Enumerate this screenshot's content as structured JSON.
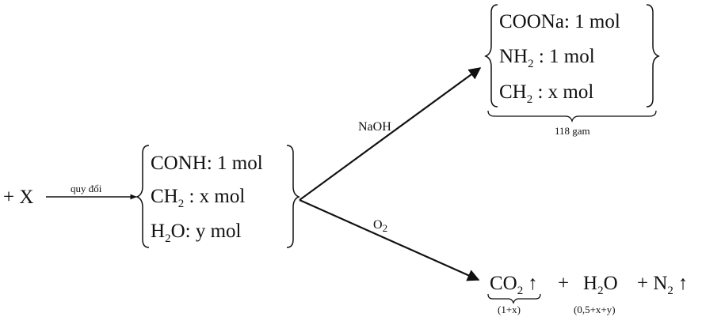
{
  "left": {
    "prefix": "+ X",
    "arrow_label": "quy đổi"
  },
  "mid": {
    "rows": [
      {
        "main": "CONH",
        "sub": "",
        "rest": ": 1 mol"
      },
      {
        "main": "CH",
        "sub": "2",
        "rest": " : x mol"
      },
      {
        "main": "H",
        "sub": "2",
        "rest": "O: y mol"
      }
    ]
  },
  "upper_branch": {
    "reagent": "NaOH",
    "rows": [
      {
        "main": "COONa",
        "sub": "",
        "rest": ": 1 mol"
      },
      {
        "main": "NH",
        "sub": "2",
        "rest": " : 1 mol"
      },
      {
        "main": "CH",
        "sub": "2",
        "rest": " : x mol"
      }
    ],
    "mass_label": "118 gam"
  },
  "lower_branch": {
    "reagent_main": "O",
    "reagent_sub": "2",
    "products": {
      "co2_main": "CO",
      "co2_sub": "2",
      "up_arrow": "↑",
      "plus1": "+",
      "h2o_a": "H",
      "h2o_sub": "2",
      "h2o_b": "O",
      "plus2": "+ N",
      "n2_sub": "2",
      "up_arrow2": "↑"
    },
    "co2_amount": "(1+x)",
    "h2o_amount": "(0,5+x+y)"
  }
}
